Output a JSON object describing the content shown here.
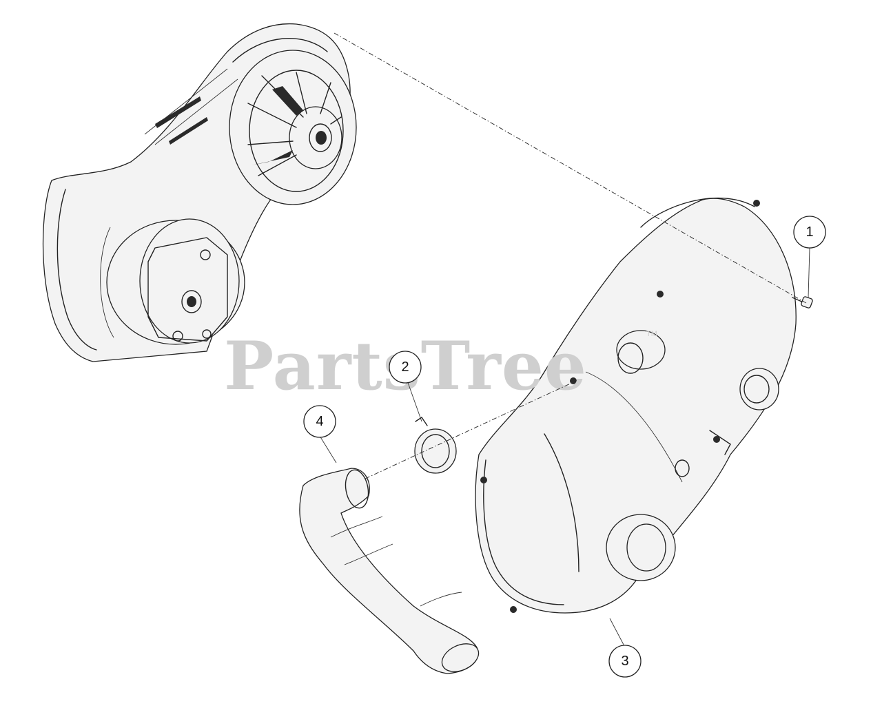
{
  "watermark": {
    "text": "PartsTree",
    "trademark": "TM"
  },
  "callouts": [
    {
      "id": "callout-1",
      "number": "1"
    },
    {
      "id": "callout-2",
      "number": "2"
    },
    {
      "id": "callout-3",
      "number": "3"
    },
    {
      "id": "callout-4",
      "number": "4"
    }
  ]
}
